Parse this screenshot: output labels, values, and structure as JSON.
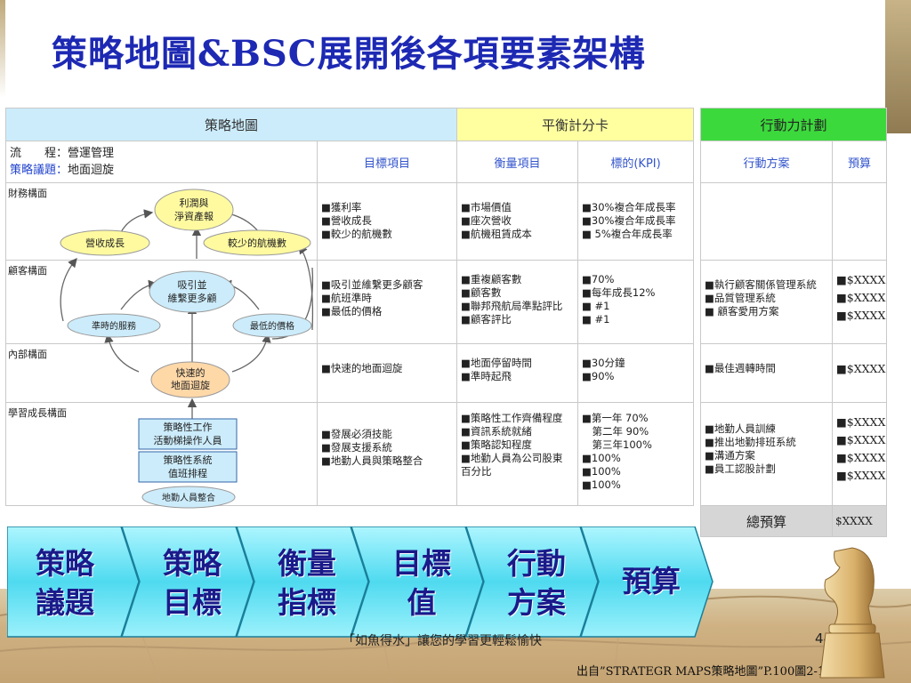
{
  "title": "策略地圖&BSC展開後各項要素架構",
  "strategy_map": {
    "header": "策略地圖",
    "flow_label": "流　　程：",
    "flow_value": "營運管理",
    "issue_label": "策略議題：",
    "issue_value": "地面迴旋",
    "objectives_header": "目標項目",
    "perspectives": [
      {
        "name": "財務構面",
        "objectives": [
          "■獲利率",
          "■營收成長",
          "■較少的航機數"
        ],
        "nodes": [
          "利潤與",
          "淨資產報",
          "營收成長",
          "較少的航機數"
        ]
      },
      {
        "name": "顧客構面",
        "objectives": [
          "■吸引並維繫更多顧客",
          "■航班準時",
          "■最低的價格"
        ],
        "nodes": [
          "吸引並",
          "維繫更多顧",
          "準時的服務",
          "最低的價格"
        ]
      },
      {
        "name": "內部構面",
        "objectives": [
          "■快速的地面迴旋"
        ],
        "nodes": [
          "快速的",
          "地面迴旋"
        ]
      },
      {
        "name": "學習成長構面",
        "objectives": [
          "■發展必須技能",
          "■發展支援系統",
          "■地勤人員與策略整合"
        ],
        "nodes": [
          "策略性工作",
          "活動梯操作人員",
          "策略性系統",
          "值班排程",
          "地勤人員整合"
        ]
      }
    ]
  },
  "bsc": {
    "header": "平衡計分卡",
    "measures_header": "衡量項目",
    "targets_header": "標的(KPI)",
    "rows": [
      {
        "measures": [
          "■市場價值",
          "■座次營收",
          "■航機租賃成本"
        ],
        "targets": [
          "■30%複合年成長率",
          "■30%複合年成長率",
          "■ 5%複合年成長率"
        ]
      },
      {
        "measures": [
          "■重複顧客數",
          "■顧客數",
          "■聯邦飛航局準點評比",
          "■顧客評比"
        ],
        "targets": [
          "■70%",
          "■每年成長12%",
          "■ #1",
          "■ #1"
        ]
      },
      {
        "measures": [
          "■地面停留時間",
          "■準時起飛"
        ],
        "targets": [
          "■30分鐘",
          "■90%"
        ]
      },
      {
        "measures": [
          "■策略性工作齊備程度",
          "■資訊系統就緒",
          "■策略認知程度",
          "■地勤人員為公司股東",
          "百分比"
        ],
        "targets": [
          "■第一年 70%",
          "　第二年 90%",
          "　第三年100%",
          "■100%",
          "■100%",
          "■100%"
        ]
      }
    ]
  },
  "action_plan": {
    "header": "行動力計劃",
    "plans_header": "行動方案",
    "budget_header": "預算",
    "rows": [
      {
        "plans": [],
        "budgets": []
      },
      {
        "plans": [
          "■執行顧客關係管理系統",
          "■品質管理系統",
          "■ 顧客愛用方案"
        ],
        "budgets": [
          "■$XXXX",
          "■$XXXX",
          "■$XXXX"
        ]
      },
      {
        "plans": [
          "■最佳週轉時間"
        ],
        "budgets": [
          "■$XXXX"
        ]
      },
      {
        "plans": [
          "■地勤人員訓練",
          "■推出地勤排班系統",
          "■溝通方案",
          "■員工認股計劃"
        ],
        "budgets": [
          "■$XXXX",
          "■$XXXX",
          "■$XXXX",
          "■$XXXX"
        ]
      }
    ],
    "total_label": "總預算",
    "total_value": "$XXXX"
  },
  "process_arrows": [
    {
      "line1": "策略",
      "line2": "議題"
    },
    {
      "line1": "策略",
      "line2": "目標"
    },
    {
      "line1": "衡量",
      "line2": "指標"
    },
    {
      "line1": "目標",
      "line2": "值"
    },
    {
      "line1": "行動",
      "line2": "方案"
    },
    {
      "line1": "預算",
      "line2": ""
    }
  ],
  "footer": {
    "slogan": "「如魚得水」讓您的學習更輕鬆愉快",
    "page": "44",
    "source": "出自”STRATEGR MAPS策略地圖”P.100圖2-10"
  },
  "colors": {
    "title": "#1d29b3",
    "header_map": "#ccecfb",
    "header_bsc": "#ffffa0",
    "header_action": "#3cd93c",
    "arrow_fill": "#5fe3f5",
    "arrow_text": "#1a1a8a"
  }
}
